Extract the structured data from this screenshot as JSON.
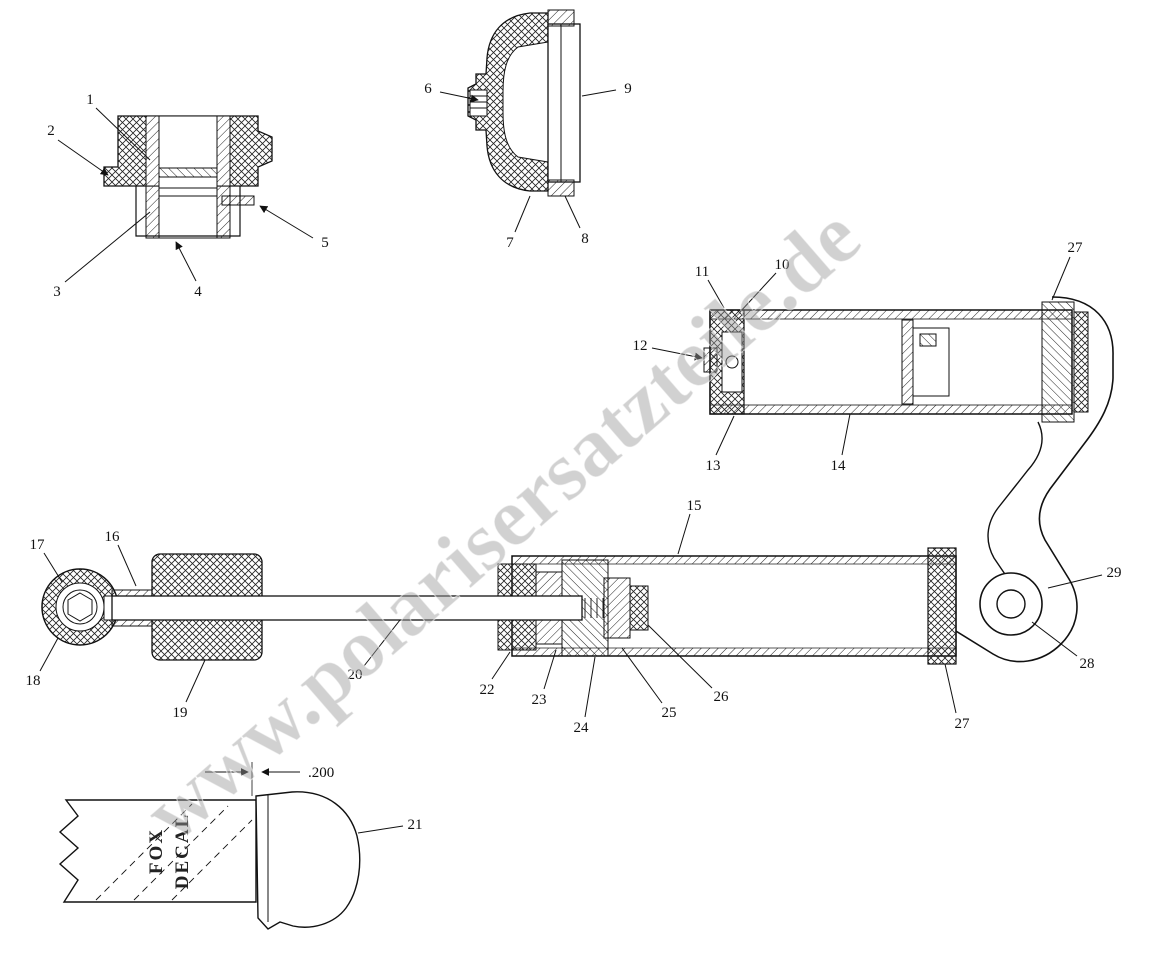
{
  "watermark": {
    "text": "www.polarisersatzteile.de"
  },
  "decal": {
    "fox": "FOX",
    "decal": "DECAL"
  },
  "dimension": {
    "value": ".200"
  },
  "callouts": {
    "c1": "1",
    "c2": "2",
    "c3": "3",
    "c4": "4",
    "c5": "5",
    "c6": "6",
    "c7": "7",
    "c8": "8",
    "c9": "9",
    "c10": "10",
    "c11": "11",
    "c12": "12",
    "c13": "13",
    "c14": "14",
    "c15": "15",
    "c16": "16",
    "c17": "17",
    "c18": "18",
    "c19": "19",
    "c20": "20",
    "c21": "21",
    "c22": "22",
    "c23": "23",
    "c24": "24",
    "c25": "25",
    "c26": "26",
    "c27a": "27",
    "c27b": "27",
    "c28": "28",
    "c29": "29"
  }
}
